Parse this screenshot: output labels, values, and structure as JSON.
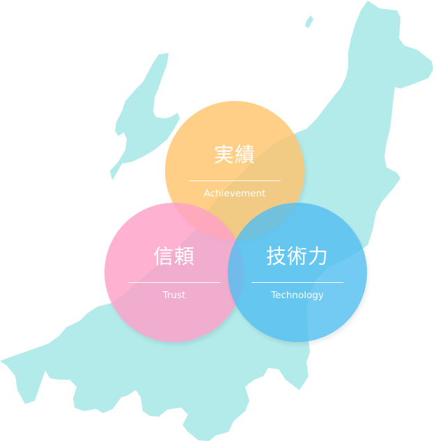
{
  "diagram": {
    "type": "venn",
    "background_map": {
      "description": "Niigata prefecture silhouette",
      "color": "#b3eaea"
    },
    "circles": [
      {
        "id": "achievement",
        "title_jp": "実績",
        "title_en": "Achievement",
        "color": "#ffc46e"
      },
      {
        "id": "trust",
        "title_jp": "信頼",
        "title_en": "Trust",
        "color": "#ffa0c8"
      },
      {
        "id": "technology",
        "title_jp": "技術力",
        "title_en": "Technology",
        "color": "#54bef0"
      }
    ]
  }
}
